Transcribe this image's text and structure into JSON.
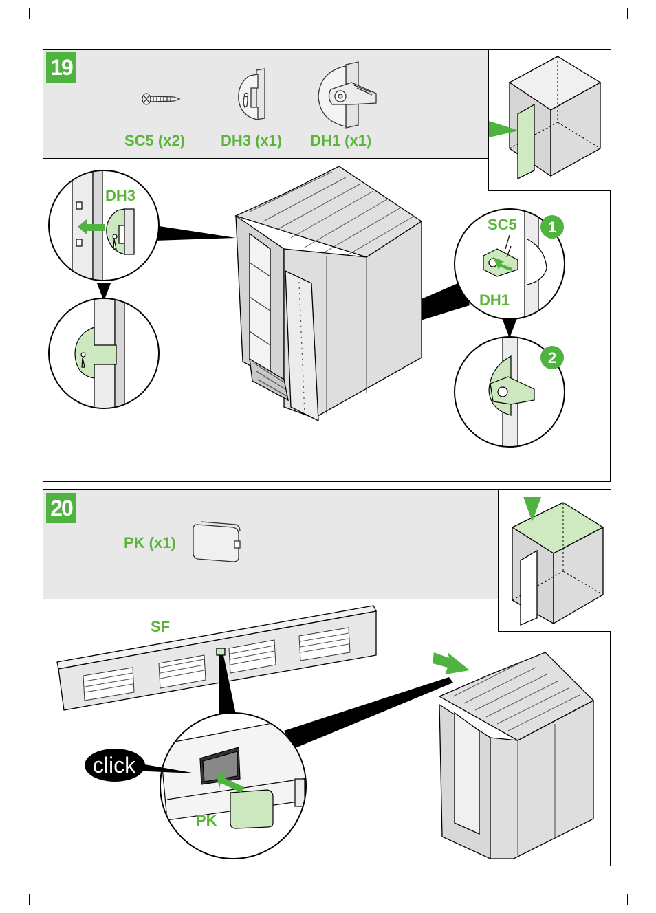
{
  "steps": [
    {
      "number": "19",
      "parts": [
        {
          "label": "SC5 (x2)",
          "icon": "screw-icon"
        },
        {
          "label": "DH3 (x1)",
          "icon": "door-hinge-bracket-icon"
        },
        {
          "label": "DH1 (x1)",
          "icon": "door-handle-icon"
        }
      ],
      "callouts": {
        "dh3": "DH3",
        "sc5": "SC5",
        "dh1": "DH1",
        "badge_1": "1",
        "badge_2": "2"
      }
    },
    {
      "number": "20",
      "parts": [
        {
          "label": "PK (x1)",
          "icon": "plug-cap-icon"
        }
      ],
      "callouts": {
        "sf": "SF",
        "click": "click",
        "pk": "PK"
      }
    }
  ],
  "colors": {
    "accent_green": "#5ab43a",
    "part_fill": "#cde8bf",
    "header_grey": "#e8e8e8",
    "shed_grey": "#d9d9d9"
  }
}
